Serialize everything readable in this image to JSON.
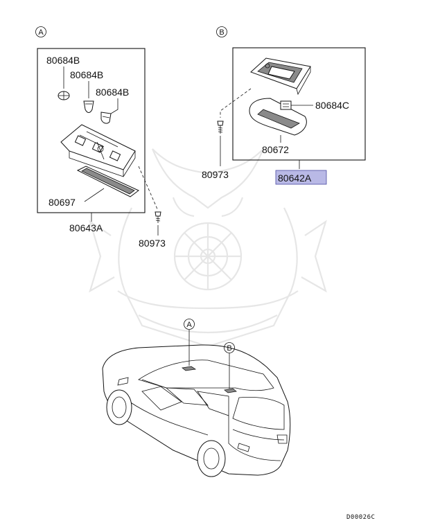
{
  "callouts": {
    "a_top": "A",
    "b_top": "B",
    "a_car": "A",
    "b_car": "B"
  },
  "parts": {
    "p80684b_1": "80684B",
    "p80684b_2": "80684B",
    "p80684b_3": "80684B",
    "p80697": "80697",
    "p80643a": "80643A",
    "p80973_left": "80973",
    "p80684c": "80684C",
    "p80672": "80672",
    "p80973_right": "80973",
    "p80642a": "80642A"
  },
  "diagram_code": "D00026C",
  "colors": {
    "highlight_fill": "#b9b9e6",
    "highlight_border": "#4a4aa0",
    "watermark": "#e6e6e6"
  }
}
